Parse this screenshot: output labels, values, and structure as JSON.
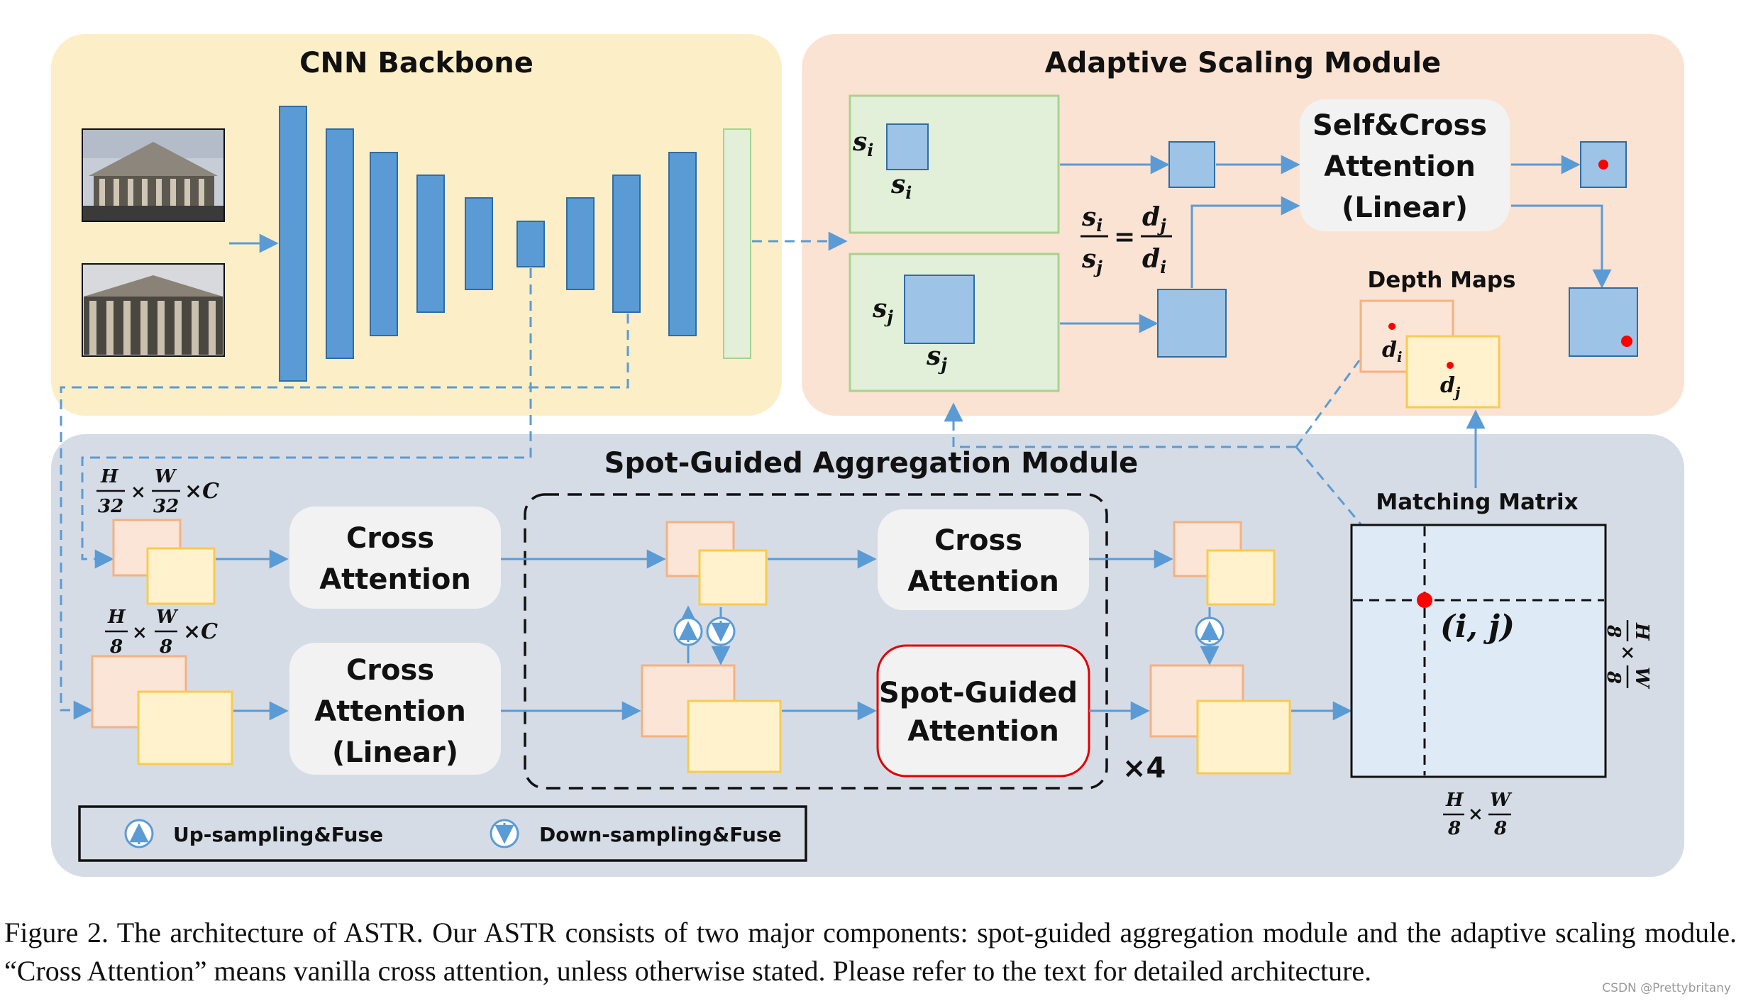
{
  "modules": {
    "cnn_backbone": "CNN Backbone",
    "adaptive_scaling": "Adaptive Scaling Module",
    "spot_guided_aggregation": "Spot-Guided Aggregation Module"
  },
  "blocks": {
    "self_cross_attention": [
      "Self&Cross",
      "Attention",
      "(Linear)"
    ],
    "cross_attention_1": [
      "Cross",
      "Attention"
    ],
    "cross_attention_linear": [
      "Cross",
      "Attention",
      "(Linear)"
    ],
    "cross_attention_2": [
      "Cross",
      "Attention"
    ],
    "spot_guided_attention": [
      "Spot-Guided",
      "Attention"
    ]
  },
  "labels": {
    "depth_maps": "Depth Maps",
    "matching_matrix": "Matching Matrix",
    "repeat": "×4",
    "match_point": "(i, j)"
  },
  "math": {
    "s_i": "s",
    "s_i_sub": "i",
    "s_j": "s",
    "s_j_sub": "j",
    "d_i": "d",
    "d_i_sub": "i",
    "d_j": "d",
    "d_j_sub": "j",
    "ratio_equals": "=",
    "scale_32": {
      "h": "H",
      "h_den": "32",
      "w": "W",
      "w_den": "32",
      "c": "×C",
      "times": "×"
    },
    "scale_8": {
      "h": "H",
      "h_den": "8",
      "w": "W",
      "w_den": "8",
      "c": "×C",
      "times": "×"
    },
    "matrix_size": {
      "h": "H",
      "h_den": "8",
      "w": "W",
      "w_den": "8",
      "times": "×"
    }
  },
  "legend": {
    "up": "Up-sampling&Fuse",
    "down": "Down-sampling&Fuse"
  },
  "caption": "Figure 2.  The architecture of ASTR. Our ASTR consists of two major components: spot-guided aggregation module and the adaptive scaling module. “Cross Attention” means vanilla cross attention, unless otherwise stated. Please refer to the text for detailed architecture.",
  "watermark": "CSDN @Prettybritany",
  "colors": {
    "backbone_bg": "#fcefc8",
    "scaling_bg": "#fbe3d3",
    "aggregation_bg": "#d6dce6",
    "layer_blue": "#5b9bd5",
    "layer_stroke": "#2e6da4",
    "light_green": "#e2f0d9",
    "green_stroke": "#a9d18e",
    "feat_orange": "#fbe5d6",
    "orange_stroke": "#f4b183",
    "feat_yellow": "#fff2cc",
    "yellow_stroke": "#f8cb4f",
    "arrow": "#5b9bd5",
    "match_red": "#ff0000",
    "matrix_fill": "#deebf7",
    "spot_border": "#e00000"
  }
}
